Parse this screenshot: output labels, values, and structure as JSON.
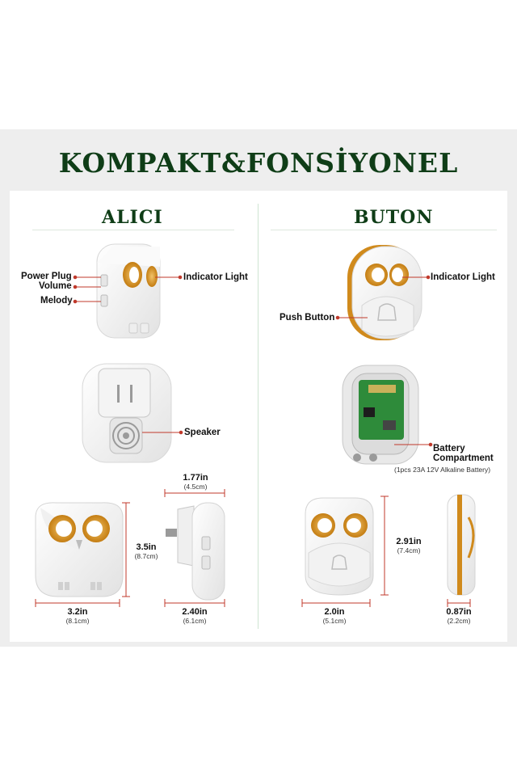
{
  "title": "KOMPAKT&FONSİYONEL",
  "receiver": {
    "heading": "ALICI",
    "callouts": {
      "power_plug": "Power Plug",
      "volume": "Volume",
      "melody": "Melody",
      "indicator_light": "Indicator Light",
      "speaker": "Speaker"
    },
    "dimensions": {
      "depth_in": "1.77in",
      "depth_cm": "(4.5cm)",
      "height_in": "3.5in",
      "height_cm": "(8.7cm)",
      "width_in": "3.2in",
      "width_cm": "(8.1cm)",
      "side_in": "2.40in",
      "side_cm": "(6.1cm)"
    }
  },
  "button": {
    "heading": "BUTON",
    "callouts": {
      "indicator_light": "Indicator Light",
      "push_button": "Push Button",
      "battery_line1": "Battery",
      "battery_line2": "Compartment",
      "battery_note": "(1pcs 23A 12V Alkaline Battery)"
    },
    "dimensions": {
      "height_in": "2.91in",
      "height_cm": "(7.4cm)",
      "width_in": "2.0in",
      "width_cm": "(5.1cm)",
      "depth_in": "0.87in",
      "depth_cm": "(2.2cm)"
    }
  },
  "colors": {
    "title_green": "#0f3d17",
    "accent_orange": "#d08a1c",
    "callout_red": "#c0392b",
    "device_white": "#f7f7f7"
  }
}
